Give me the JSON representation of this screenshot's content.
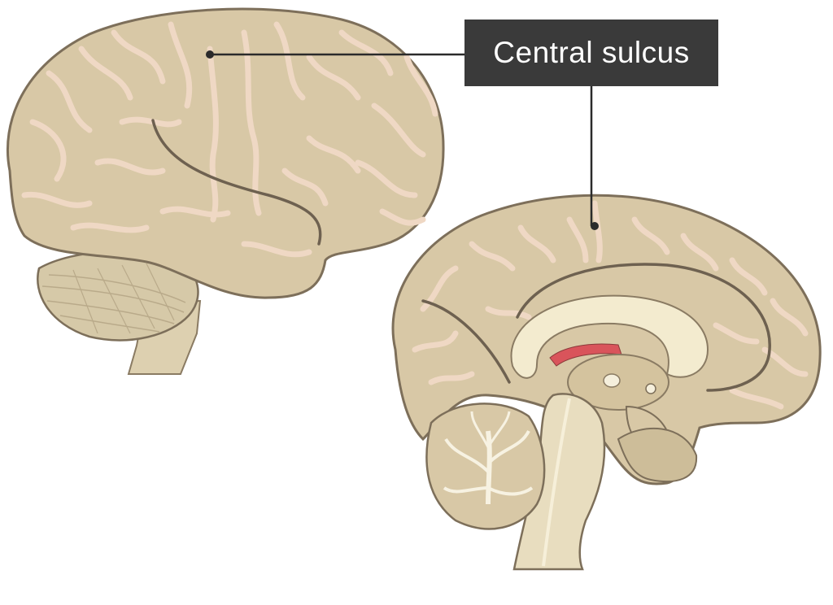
{
  "label": {
    "text": "Central sulcus"
  },
  "colors": {
    "cortex": "#d8c8a6",
    "cortex_rim": "#7d6f5a",
    "sulcus": "#efd8c4",
    "label_bg": "#3a3a3a",
    "label_text": "#ffffff",
    "corpus_callosum": "#f3ebcf",
    "fornix_red": "#d9545b"
  },
  "views": [
    {
      "name": "lateral-view",
      "structures": [
        "cerebrum",
        "cerebellum",
        "brainstem"
      ]
    },
    {
      "name": "midsagittal-view",
      "structures": [
        "cerebrum",
        "corpus-callosum",
        "thalamus",
        "cerebellum",
        "brainstem"
      ]
    }
  ]
}
